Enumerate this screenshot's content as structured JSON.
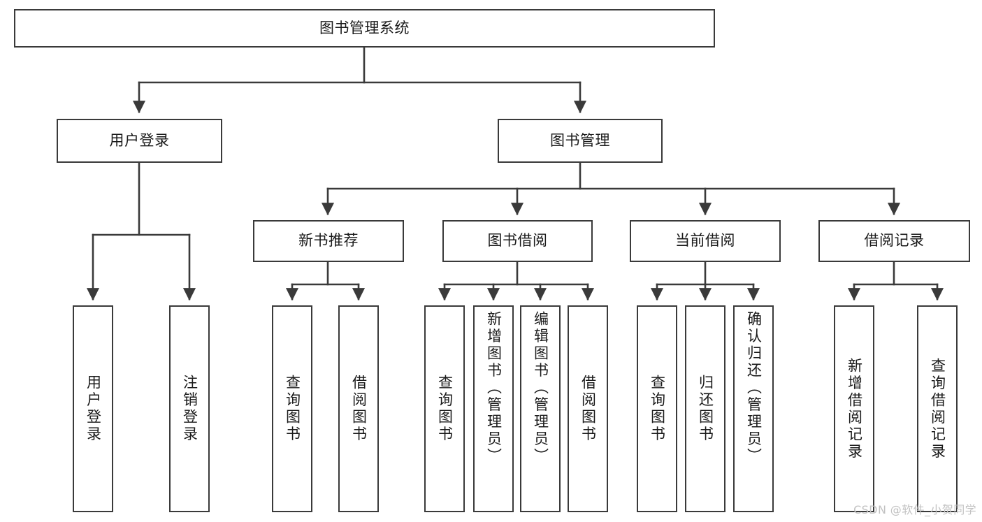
{
  "diagram": {
    "title": "图书管理系统",
    "root": {
      "label": "图书管理系统"
    },
    "level1": [
      {
        "label": "用户登录"
      },
      {
        "label": "图书管理"
      }
    ],
    "level2": [
      {
        "label": "新书推荐"
      },
      {
        "label": "图书借阅"
      },
      {
        "label": "当前借阅"
      },
      {
        "label": "借阅记录"
      }
    ],
    "leaves": {
      "user_login": [
        {
          "label": "用户登录"
        },
        {
          "label": "注销登录"
        }
      ],
      "new_book_recommend": [
        {
          "label": "查询图书"
        },
        {
          "label": "借阅图书"
        }
      ],
      "book_borrow": [
        {
          "label": "查询图书"
        },
        {
          "label": "新增图书（管理员）"
        },
        {
          "label": "编辑图书（管理员）"
        },
        {
          "label": "借阅图书"
        }
      ],
      "current_borrow": [
        {
          "label": "查询图书"
        },
        {
          "label": "归还图书"
        },
        {
          "label": "确认归还（管理员）"
        }
      ],
      "borrow_record": [
        {
          "label": "新增借阅记录"
        },
        {
          "label": "查询借阅记录"
        }
      ]
    }
  },
  "watermark": {
    "text": "CSDN @软件_小贺同学"
  },
  "colors": {
    "box_border": "#3a3a3a",
    "connector": "#3a3a3a",
    "text": "#1a1a1a",
    "background": "#ffffff",
    "watermark": "#c2c2c2"
  }
}
